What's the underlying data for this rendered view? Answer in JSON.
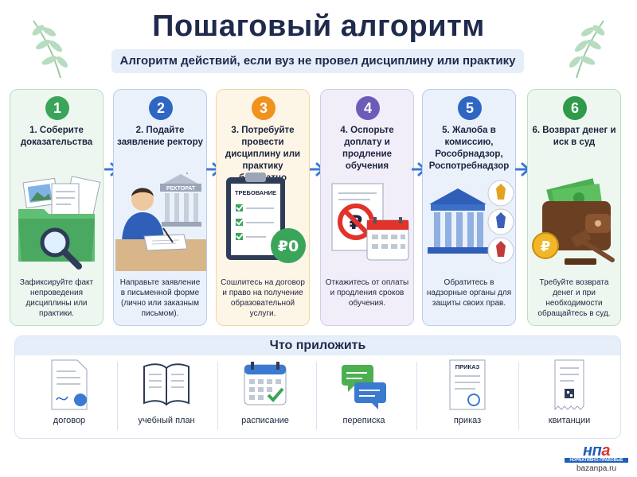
{
  "title": "Пошаговый алгоритм",
  "subtitle": "Алгоритм действий, если вуз не провел дисциплину или практику",
  "colors": {
    "step1": "#3aa55a",
    "step2": "#2f66c4",
    "step3": "#f0921e",
    "step4": "#6e5bb8",
    "step5": "#2f66c4",
    "step6": "#2e9a4a",
    "arrow": "#3b7ad1",
    "title": "#1f2a4d"
  },
  "steps": [
    {
      "num": "1",
      "title": "1. Соберите доказательства",
      "desc": "Зафиксируйте факт непроведения дисциплины или практики.",
      "icon": "folder-magnifier-icon"
    },
    {
      "num": "2",
      "title": "2. Подайте заявление ректору",
      "desc": "Направьте заявление в письменной форме (лично или заказным письмом).",
      "icon": "student-writing-icon",
      "art_label": "РЕКТОРАТ"
    },
    {
      "num": "3",
      "title": "3. Потребуйте провести дисциплину или практику бесплатно",
      "desc": "Сошлитесь на договор и право на получение образовательной услуги.",
      "icon": "clipboard-checklist-icon",
      "art_label": "ТРЕБОВАНИЕ",
      "coin": "₽0"
    },
    {
      "num": "4",
      "title": "4. Оспорьте доплату и продление обучения",
      "desc": "Откажитесь от оплаты и продления сроков обучения.",
      "icon": "no-ruble-calendar-icon"
    },
    {
      "num": "5",
      "title": "5. Жалоба в комиссию, Рособрнадзор, Роспотребнадзор",
      "desc": "Обратитесь в надзорные органы для защиты своих прав.",
      "icon": "government-building-emblems-icon"
    },
    {
      "num": "6",
      "title": "6. Возврат денег и иск в суд",
      "desc": "Требуйте возврата денег и при необходимости обращайтесь в суд.",
      "icon": "wallet-gavel-icon"
    }
  ],
  "attachments": {
    "heading": "Что приложить",
    "items": [
      {
        "label": "договор",
        "icon": "contract-document-icon"
      },
      {
        "label": "учебный план",
        "icon": "open-book-icon"
      },
      {
        "label": "расписание",
        "icon": "calendar-check-icon"
      },
      {
        "label": "переписка",
        "icon": "chat-bubbles-icon"
      },
      {
        "label": "приказ",
        "icon": "order-document-icon",
        "doc_label": "ПРИКАЗ"
      },
      {
        "label": "квитанции",
        "icon": "receipt-icon"
      }
    ]
  },
  "logo": {
    "brand_main": "нп",
    "brand_accent": "а",
    "tagline": "НОРМАТИВНО-ПРАВОВЫЕ АКТЫ",
    "site": "bazanpa.ru"
  }
}
